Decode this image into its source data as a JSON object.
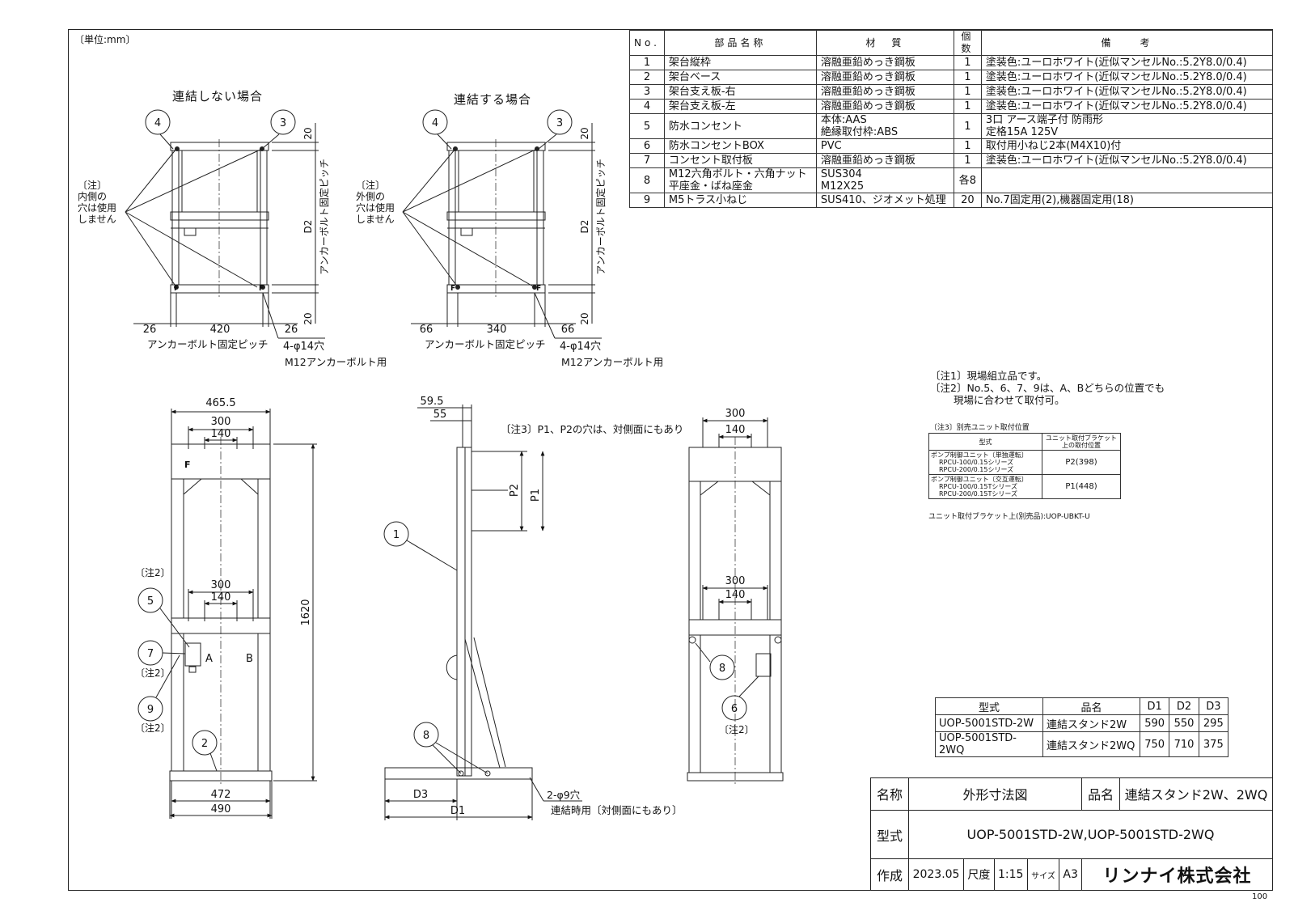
{
  "unit_label": "〔単位:mm〕",
  "page_number": "100",
  "parts_table": {
    "headers": [
      "No.",
      "部品名称",
      "材　質",
      "個数",
      "備　　考"
    ],
    "rows": [
      {
        "no": "1",
        "name": "架台縦枠",
        "material": "溶融亜鉛めっき鋼板",
        "qty": "1",
        "remarks": "塗装色:ユーロホワイト(近似マンセルNo.:5.2Y8.0/0.4)"
      },
      {
        "no": "2",
        "name": "架台ベース",
        "material": "溶融亜鉛めっき鋼板",
        "qty": "1",
        "remarks": "塗装色:ユーロホワイト(近似マンセルNo.:5.2Y8.0/0.4)"
      },
      {
        "no": "3",
        "name": "架台支え板-右",
        "material": "溶融亜鉛めっき鋼板",
        "qty": "1",
        "remarks": "塗装色:ユーロホワイト(近似マンセルNo.:5.2Y8.0/0.4)"
      },
      {
        "no": "4",
        "name": "架台支え板-左",
        "material": "溶融亜鉛めっき鋼板",
        "qty": "1",
        "remarks": "塗装色:ユーロホワイト(近似マンセルNo.:5.2Y8.0/0.4)"
      },
      {
        "no": "5",
        "name": "防水コンセント",
        "material": "本体:AAS",
        "material2": "絶縁取付枠:ABS",
        "qty": "1",
        "remarks": "3口 アース端子付 防雨形",
        "remarks2": "定格15A 125V"
      },
      {
        "no": "6",
        "name": "防水コンセントBOX",
        "material": "PVC",
        "qty": "1",
        "remarks": "取付用小ねじ2本(M4X10)付"
      },
      {
        "no": "7",
        "name": "コンセント取付板",
        "material": "溶融亜鉛めっき鋼板",
        "qty": "1",
        "remarks": "塗装色:ユーロホワイト(近似マンセルNo.:5.2Y8.0/0.4)"
      },
      {
        "no": "8",
        "name": "M12六角ボルト・六角ナット",
        "name2": "平座金・ばね座金",
        "material": "SUS304",
        "material2": "M12X25",
        "qty": "各8",
        "remarks": ""
      },
      {
        "no": "9",
        "name": "M5トラス小ねじ",
        "material": "SUS410、ジオメット処理",
        "qty": "20",
        "remarks": "No.7固定用(2),機器固定用(18)"
      }
    ]
  },
  "top_views": {
    "left_title": "連結しない場合",
    "right_title": "連結する場合",
    "left_note": "〔注〕\n内側の\n穴は使用\nしません",
    "right_note": "〔注〕\n外側の\n穴は使用\nしません",
    "left_dims": [
      "26",
      "420",
      "26"
    ],
    "right_dims": [
      "66",
      "340",
      "66"
    ],
    "dim_20": "20",
    "dim_d2": "D2",
    "anchor_pitch": "アンカーボルト固定ピッチ",
    "hole_label": "4-φ14穴",
    "hole_use": "M12アンカーボルト用",
    "balloons": [
      "4",
      "3"
    ],
    "marker_f": "F"
  },
  "front_view": {
    "dims_top": [
      "465.5",
      "300",
      "140"
    ],
    "dims_mid": [
      "300",
      "140"
    ],
    "dims_bottom": [
      "472",
      "490"
    ],
    "height": "1620",
    "marker_a": "A",
    "marker_b": "B",
    "marker_f": "F",
    "note2": "〔注2〕",
    "balloons": [
      "5",
      "7",
      "9",
      "2"
    ]
  },
  "side_view": {
    "dims_top": [
      "59.5",
      "55"
    ],
    "p2": "P2",
    "p1": "P1",
    "d3": "D3",
    "d1": "D1",
    "hole_label": "2-φ9穴",
    "hole_use": "連結時用〔対側面にもあり〕",
    "balloons": [
      "1",
      "8"
    ]
  },
  "back_view": {
    "dims_top": [
      "300",
      "140"
    ],
    "dims_mid": [
      "300",
      "140"
    ],
    "balloons": [
      "8",
      "6"
    ],
    "note2": "〔注2〕"
  },
  "note3_p": "〔注3〕P1、P2の穴は、対側面にもあり",
  "notes": [
    "〔注1〕現場組立品です。",
    "〔注2〕No.5、6、7、9は、A、Bどちらの位置でも",
    "　　 現場に合わせて取付可。"
  ],
  "unit_position": {
    "title": "〔注3〕別売ユニット取付位置",
    "headers": [
      "型式",
      "ユニット取付ブラケット上の取付位置"
    ],
    "rows": [
      {
        "type": "ポンプ制御ユニット〔単独運転〕",
        "models": [
          "RPCU-100/0.15シリーズ",
          "RPCU-200/0.15シリーズ"
        ],
        "pos": "P2(398)"
      },
      {
        "type": "ポンプ制御ユニット〔交互運転〕",
        "models": [
          "RPCU-100/0.15Tシリーズ",
          "RPCU-200/0.15Tシリーズ"
        ],
        "pos": "P1(448)"
      }
    ],
    "bracket": "ユニット取付ブラケット上(別売品):UOP-UBKT-U"
  },
  "model_table": {
    "headers": [
      "型式",
      "品名",
      "D1",
      "D2",
      "D3"
    ],
    "rows": [
      [
        "UOP-5001STD-2W",
        "連結スタンド2W",
        "590",
        "550",
        "295"
      ],
      [
        "UOP-5001STD-2WQ",
        "連結スタンド2WQ",
        "750",
        "710",
        "375"
      ]
    ]
  },
  "title_block": {
    "label_name": "名称",
    "name": "外形寸法図",
    "label_product": "品名",
    "product": "連結スタンド2W、2WQ",
    "label_model": "型式",
    "model": "UOP-5001STD-2W,UOP-5001STD-2WQ",
    "label_created": "作成",
    "date": "2023.05",
    "label_scale": "尺度",
    "scale": "1:15",
    "label_size": "サイズ",
    "size": "A3",
    "company": "リンナイ株式会社"
  }
}
